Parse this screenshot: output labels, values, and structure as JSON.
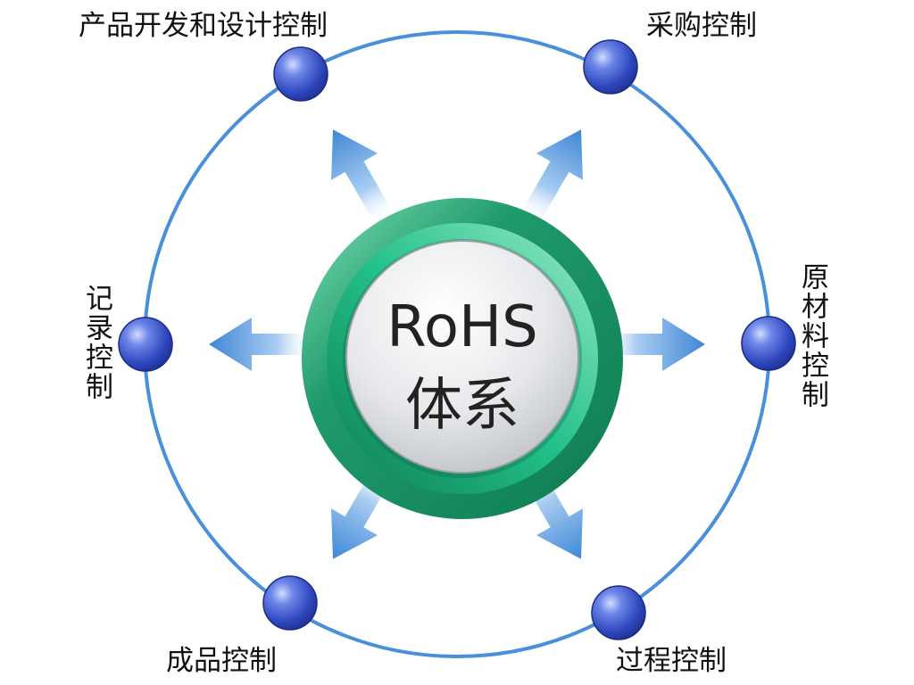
{
  "center": {
    "line1": "RoHS",
    "line2": "体系"
  },
  "nodes": [
    {
      "id": "design",
      "label": "产品开发和设计控制"
    },
    {
      "id": "purchase",
      "label": "采购控制"
    },
    {
      "id": "raw-material",
      "label": "原材料控制"
    },
    {
      "id": "process",
      "label": "过程控制"
    },
    {
      "id": "finished-product",
      "label": "成品控制"
    },
    {
      "id": "records",
      "label": "记录控制"
    }
  ],
  "colors": {
    "ring_line": "#4a90d9",
    "node_fill": "#3b55c9",
    "node_highlight": "#b8c7ff",
    "hub_outer": "#1f9a6a",
    "hub_inner": "#e4e6ea",
    "arrow": "#4a8ed8"
  }
}
